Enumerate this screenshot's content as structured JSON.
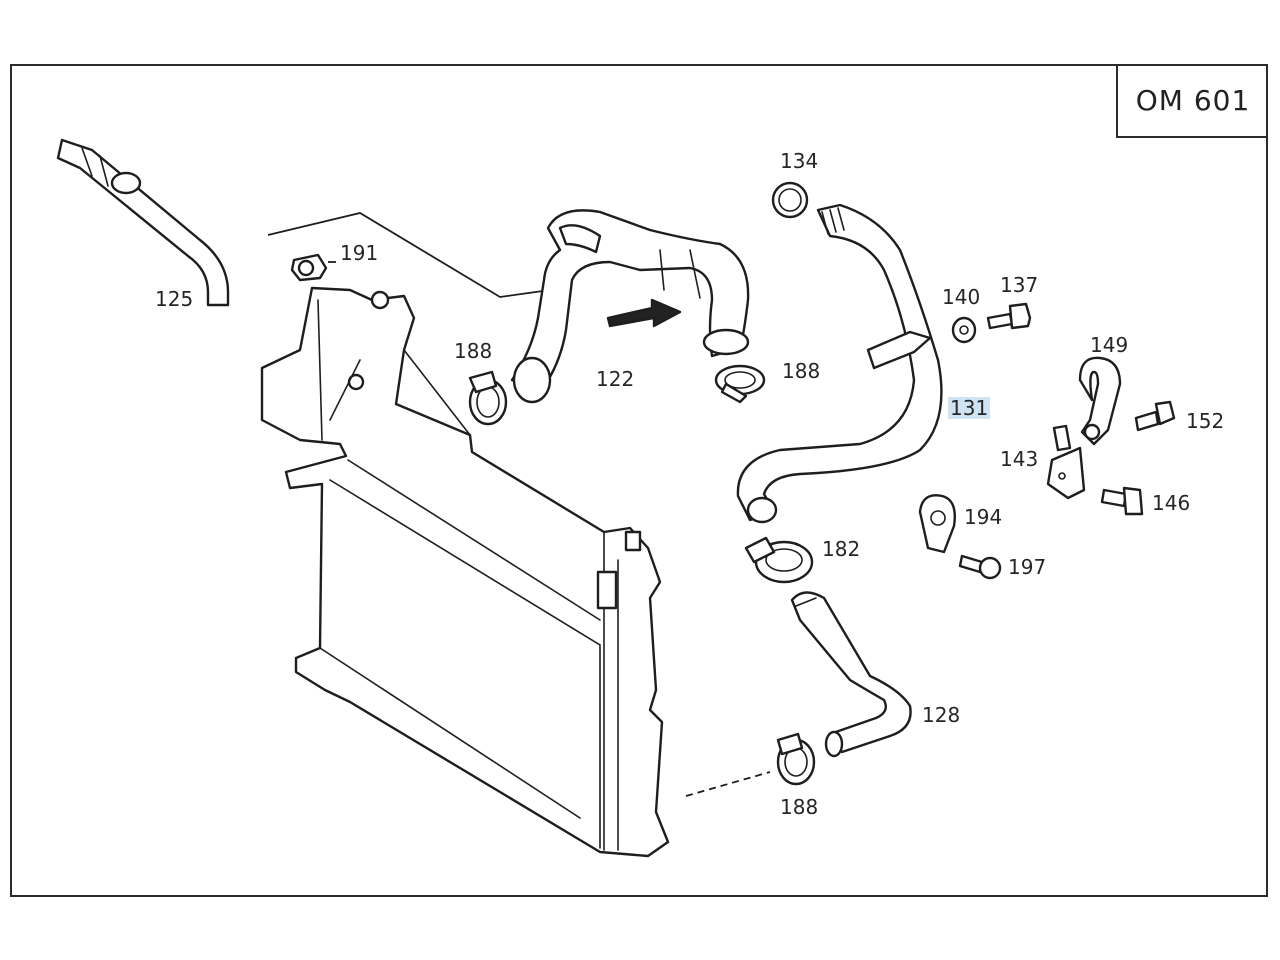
{
  "engine_code": "OM 601",
  "highlighted_part": "131",
  "callouts": {
    "p125": "125",
    "p191": "191",
    "p188a": "188",
    "p122": "122",
    "p188b": "188",
    "p134": "134",
    "p140": "140",
    "p137": "137",
    "p149": "149",
    "p131": "131",
    "p152": "152",
    "p143": "143",
    "p146": "146",
    "p194": "194",
    "p197": "197",
    "p182": "182",
    "p128": "128",
    "p188c": "188"
  },
  "colors": {
    "highlight": "#cfe3f3",
    "line": "#1e1e1e"
  }
}
